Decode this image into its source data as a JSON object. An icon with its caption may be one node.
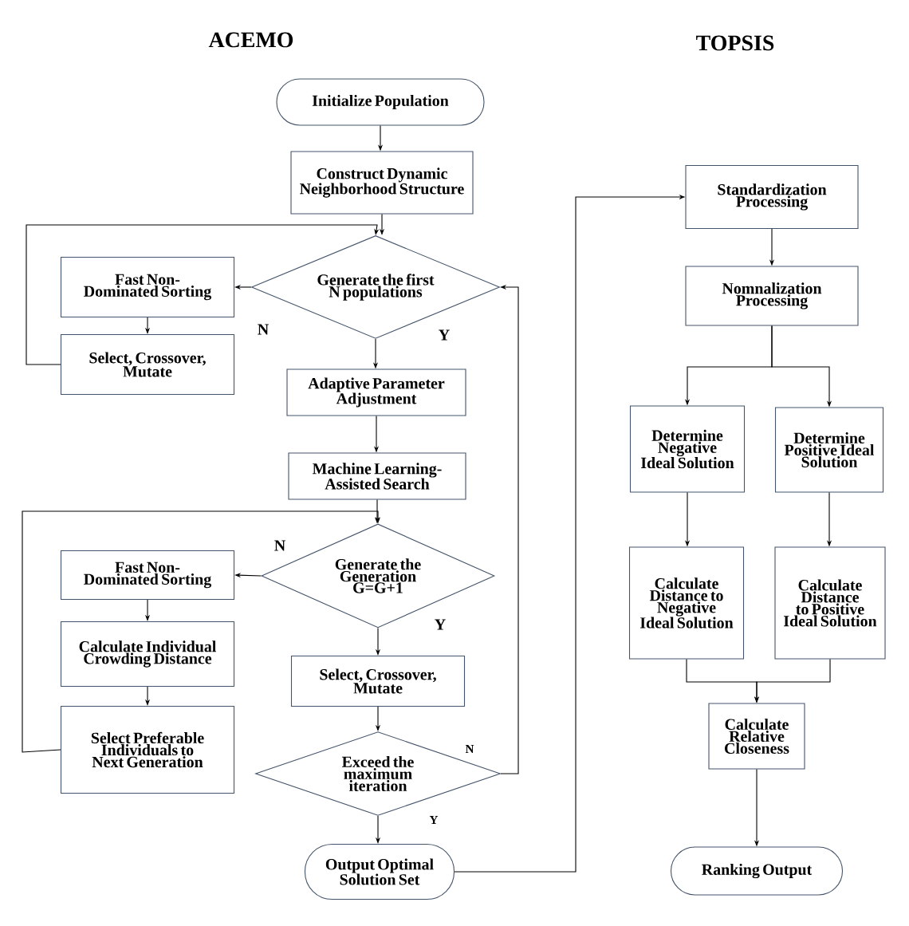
{
  "diagram": {
    "nodes": [
      {
        "text": [
          "Initialize Population"
        ]
      },
      {
        "text": [
          "Construct Dynamic Neighborhood Structure"
        ]
      },
      {
        "text": [
          "Generate the first N populations"
        ]
      },
      {
        "text": [
          "Fast Non-Dominated Sorting"
        ]
      },
      {
        "text": [
          "Select, Crossover, Mutate"
        ]
      },
      {
        "text": [
          "Adaptive Parameter Adjustment"
        ]
      },
      {
        "text": [
          "Machine Learning-Assisted Search"
        ]
      },
      {
        "text": [
          "Generate the Generation G=G+1"
        ]
      },
      {
        "text": [
          "Fast Non-Dominated Sorting"
        ]
      },
      {
        "text": [
          "Calculate Individual Crowding Distance"
        ]
      },
      {
        "text": [
          "Select Preferable Individuals to Next Generation"
        ]
      },
      {
        "text": [
          "Select, Crossover, Mutate"
        ]
      },
      {
        "text": [
          "Exceed the maximum iteration"
        ]
      },
      {
        "text": [
          "Output Optimal Solution Set"
        ]
      },
      {
        "text": [
          "Standardization Processing"
        ]
      },
      {
        "text": [
          "Nomnalization Processing"
        ]
      },
      {
        "text": [
          "Determine Negative Ideal Solution"
        ]
      },
      {
        "text": [
          "Determine Positive Ideal Solution"
        ]
      },
      {
        "text": [
          "Calculate Distance to Negative Ideal Solution"
        ]
      },
      {
        "text": [
          "Calculate Distance to Positive Ideal Solution"
        ]
      },
      {
        "text": [
          "Calculate Relative Closeness"
        ]
      },
      {
        "text": [
          "Ranking Output"
        ]
      }
    ],
    "edges": [
      {
        "from": 0,
        "to": 1,
        "arrow": "to"
      },
      {
        "from": 1,
        "to": 2,
        "arrow": "to"
      },
      {
        "from": 2,
        "to": 3,
        "arrow": "to",
        "label": "N"
      },
      {
        "from": 3,
        "to": 4,
        "arrow": "to"
      },
      {
        "from": 4,
        "to": 2,
        "arrow": "to"
      },
      {
        "from": 2,
        "to": 5,
        "arrow": "to",
        "label": "Y"
      },
      {
        "from": 5,
        "to": 6,
        "arrow": "to"
      },
      {
        "from": 6,
        "to": 7,
        "arrow": "to"
      },
      {
        "from": 7,
        "to": 8,
        "arrow": "to",
        "label": "N"
      },
      {
        "from": 8,
        "to": 9,
        "arrow": "to"
      },
      {
        "from": 9,
        "to": 10,
        "arrow": "to"
      },
      {
        "from": 10,
        "to": 7,
        "arrow": "to"
      },
      {
        "from": 7,
        "to": 11,
        "arrow": "to",
        "label": "Y"
      },
      {
        "from": 11,
        "to": 12,
        "arrow": "to"
      },
      {
        "from": 12,
        "to": 2,
        "arrow": "to",
        "label": "N"
      },
      {
        "from": 12,
        "to": 13,
        "arrow": "to",
        "label": "Y"
      },
      {
        "from": 13,
        "to": 14,
        "arrow": "to"
      },
      {
        "from": 14,
        "to": 15,
        "arrow": "to"
      },
      {
        "from": 15,
        "to": 16,
        "arrow": "to"
      },
      {
        "from": 15,
        "to": 17,
        "arrow": "to"
      },
      {
        "from": 16,
        "to": 18,
        "arrow": "to"
      },
      {
        "from": 17,
        "to": 19,
        "arrow": "to"
      },
      {
        "from": 18,
        "to": 20,
        "arrow": "to"
      },
      {
        "from": 19,
        "to": 20,
        "arrow": "to"
      },
      {
        "from": 20,
        "to": 21,
        "arrow": "to"
      }
    ],
    "labels": [
      "ACEMO",
      "TOPSIS"
    ]
  }
}
